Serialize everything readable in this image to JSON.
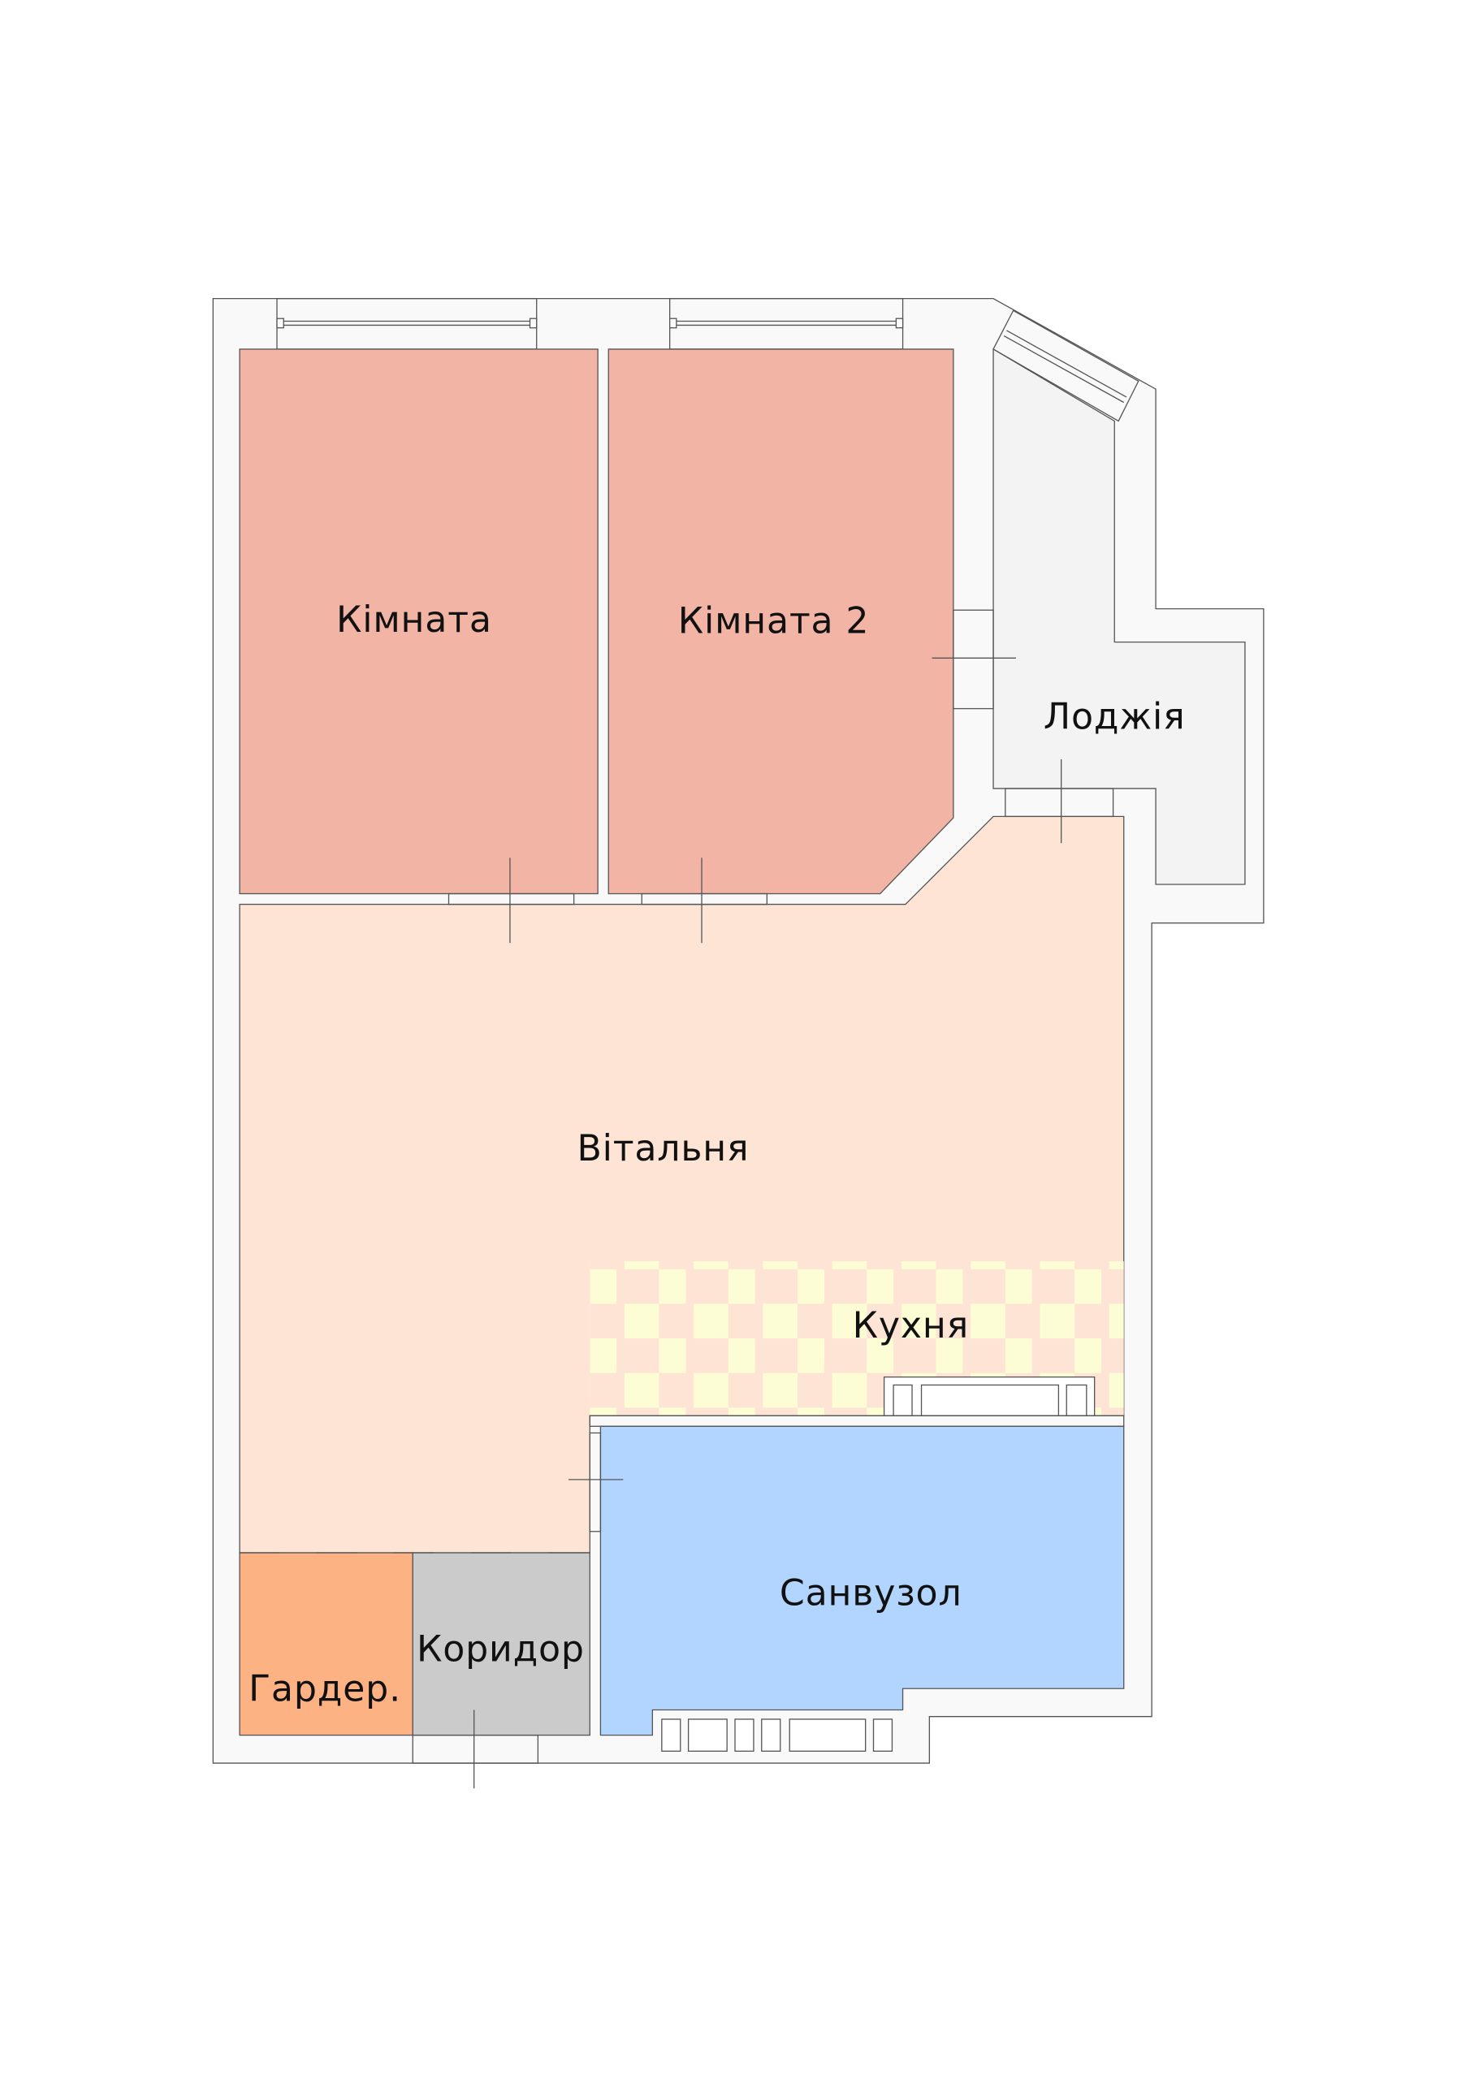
{
  "colors": {
    "bedroom": "#f2b5a5",
    "living": "#fee4d5",
    "kitchen_check": "#fdfdd5",
    "bathroom": "#b1d5fe",
    "wardrobe": "#fdb283",
    "corridor": "#cbcbcb",
    "loggia": "#f3f3f3",
    "wall": "#f9f9f9"
  },
  "rooms": {
    "room1": "Кімната",
    "room2": "Кімната 2",
    "loggia": "Лоджія",
    "living": "Вітальня",
    "kitchen": "Кухня",
    "bathroom": "Санвузол",
    "corridor": "Коридор",
    "wardrobe": "Гардер."
  }
}
